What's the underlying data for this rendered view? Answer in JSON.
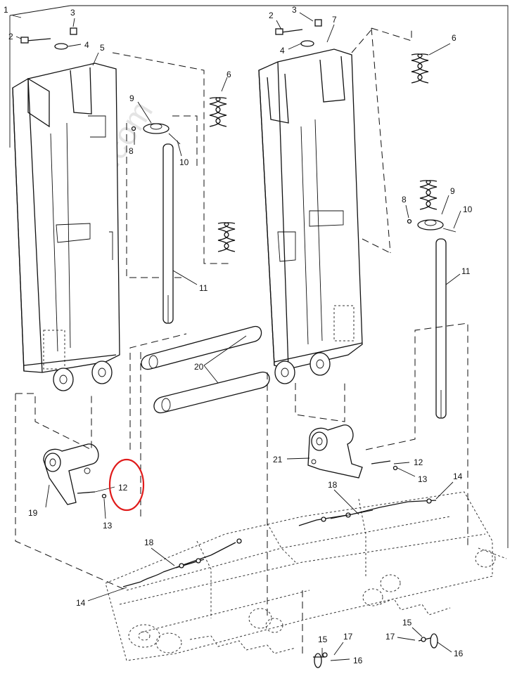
{
  "watermark": "www.tpub.com",
  "callouts": {
    "c1": "1",
    "c2a": "2",
    "c3a": "3",
    "c4a": "4",
    "c5": "5",
    "c6a": "6",
    "c9a": "9",
    "c8a": "8",
    "c10a": "10",
    "c11a": "11",
    "c2b": "2",
    "c3b": "3",
    "c4b": "4",
    "c7": "7",
    "c6b": "6",
    "c9b": "9",
    "c8b": "8",
    "c10b": "10",
    "c11b": "11",
    "c20": "20",
    "c21": "21",
    "c12a": "12",
    "c13a": "13",
    "c19": "19",
    "c12b": "12",
    "c13b": "13",
    "c14a": "14",
    "c18a": "18",
    "c14b": "14",
    "c18b": "18",
    "c15a": "15",
    "c17a": "17",
    "c16a": "16",
    "c15b": "15",
    "c17b": "17",
    "c16b": "16"
  },
  "highlight": {
    "target_callout": "12",
    "color": "#e01b1b"
  }
}
